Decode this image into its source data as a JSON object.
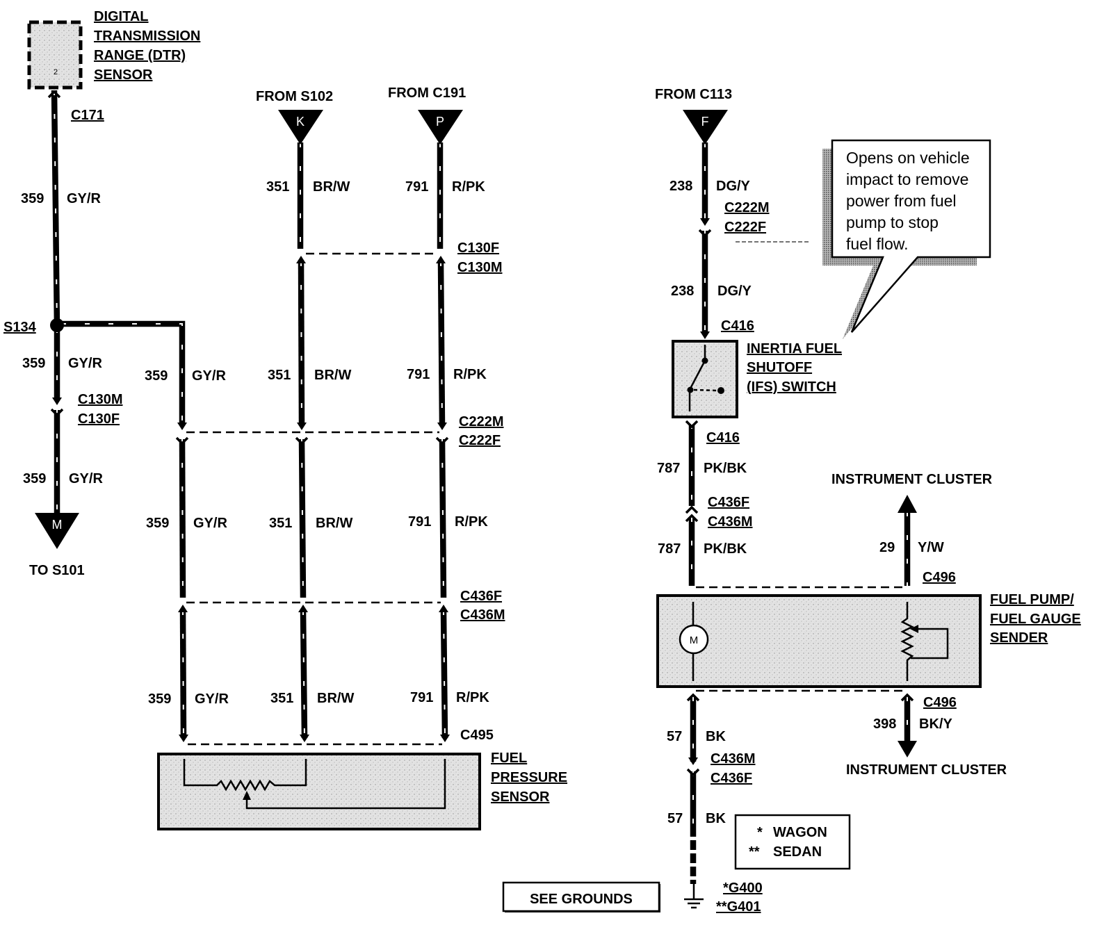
{
  "dtr_sensor": {
    "name_lines": [
      "DIGITAL",
      "TRANSMISSION",
      "RANGE (DTR)",
      "SENSOR"
    ],
    "pin": "2",
    "connector": "C171"
  },
  "splice": "S134",
  "sources": {
    "k": {
      "label": "FROM S102",
      "letter": "K"
    },
    "p": {
      "label": "FROM C191",
      "letter": "P"
    },
    "f": {
      "label": "FROM C113",
      "letter": "F"
    }
  },
  "destination": {
    "label": "TO S101",
    "letter": "M"
  },
  "circuits": {
    "gy_r": {
      "number": "359",
      "color": "GY/R"
    },
    "br_w": {
      "number": "351",
      "color": "BR/W"
    },
    "r_pk": {
      "number": "791",
      "color": "R/PK"
    },
    "dg_y": {
      "number": "238",
      "color": "DG/Y"
    },
    "pk_bk": {
      "number": "787",
      "color": "PK/BK"
    },
    "y_w": {
      "number": "29",
      "color": "Y/W"
    },
    "bk_y": {
      "number": "398",
      "color": "BK/Y"
    },
    "bk": {
      "number": "57",
      "color": "BK"
    }
  },
  "connectors": {
    "left_c130": [
      "C130M",
      "C130F"
    ],
    "mid_c130": [
      "C130F",
      "C130M"
    ],
    "mid_c222": [
      "C222M",
      "C222F"
    ],
    "mid_c436": [
      "C436F",
      "C436M"
    ],
    "sensor": "C495",
    "right_c222": [
      "C222M",
      "C222F"
    ],
    "ifs_in": "C416",
    "ifs_out": "C416",
    "right_c436_upper": [
      "C436F",
      "C436M"
    ],
    "sender_top": "C496",
    "sender_bottom": "C496",
    "right_c436_lower": [
      "C436M",
      "C436F"
    ]
  },
  "components": {
    "fuel_pressure_sensor": [
      "FUEL",
      "PRESSURE",
      "SENSOR"
    ],
    "inertia_switch": [
      "INERTIA FUEL",
      "SHUTOFF",
      "(IFS) SWITCH"
    ],
    "fuel_pump_sender": [
      "FUEL PUMP/",
      "FUEL GAUGE",
      "SENDER"
    ],
    "pump_motor_symbol": "M"
  },
  "callout": [
    "Opens on vehicle",
    "impact to remove",
    "power from fuel",
    "pump to stop",
    "fuel flow."
  ],
  "instrument_cluster": {
    "upper": "INSTRUMENT CLUSTER",
    "lower": "INSTRUMENT CLUSTER"
  },
  "legend": [
    {
      "mark": "*",
      "label": "WAGON"
    },
    {
      "mark": "**",
      "label": "SEDAN"
    }
  ],
  "grounds": {
    "see_label": "SEE GROUNDS",
    "ids": [
      "*G400",
      "**G401"
    ]
  }
}
